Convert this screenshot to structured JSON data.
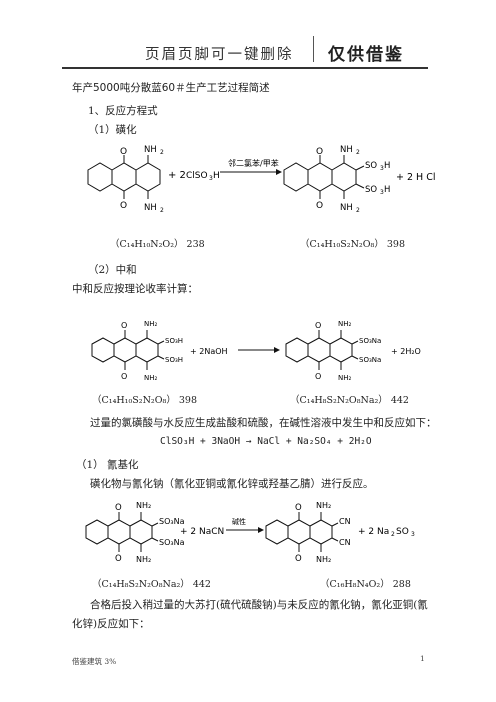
{
  "header": {
    "left_text": "页眉页脚可一键删除",
    "right_text": "仅供借鉴"
  },
  "doc": {
    "title": "年产5000吨分散蓝60＃生产工艺过程简述",
    "section1": "1、反应方程式",
    "sub1": "（1）磺化",
    "rxn1": {
      "reagent_coef": "+ 2",
      "reagent": "ClSO",
      "reagent_sub": "3",
      "reagent_tail": "H",
      "condition": "邻二氯苯/甲苯",
      "product_byproduct": "+ 2 H Cl",
      "sub_nh2": "NH",
      "sub_so3h": "SO",
      "o_label": "O",
      "formula_left": "（C₁₄H₁₀N₂O₂）",
      "mass_left": "238",
      "formula_right": "（C₁₄H₁₀S₂N₂O₈）",
      "mass_right": "398"
    },
    "sub2": "（2）中和",
    "line_neutral": "中和反应按理论收率计算：",
    "rxn2": {
      "reagent": "+ 2NaOH",
      "byproduct": "+ 2H₂O",
      "formula_left": "（C₁₄H₁₀S₂N₂O₈）",
      "mass_left": "398",
      "formula_right": "（C₁₄H₈S₂N₂O₈Na₂）",
      "mass_right": "442"
    },
    "para1": "过量的氯磺酸与水反应生成盐酸和硫酸，在碱性溶液中发生中和反应如下：",
    "eq1": "ClSO₃H + 3NaOH → NaCl + Na₂SO₄ + 2H₂O",
    "sub3": "（1）  氰基化",
    "para2": "磺化物与氰化钠（氰化亚铜或氰化锌或羟基乙腈）进行反应。",
    "rxn3": {
      "reagent": "+ 2 NaCN",
      "condition": "碱性",
      "byproduct": "+ 2 Na",
      "formula_left": "（C₁₄H₈S₂N₂O₈Na₂）",
      "mass_left": "442",
      "formula_right": "（C₁₆H₈N₄O₂）",
      "mass_right": "288"
    },
    "para3_line1": "合格后投入稍过量的大苏打(硫代硫酸钠)与未反应的氰化钠，氰化亚铜(氰",
    "para3_line2": "化锌)反应如下："
  },
  "footer": {
    "left": "借鉴建筑 3%",
    "page": "1"
  }
}
